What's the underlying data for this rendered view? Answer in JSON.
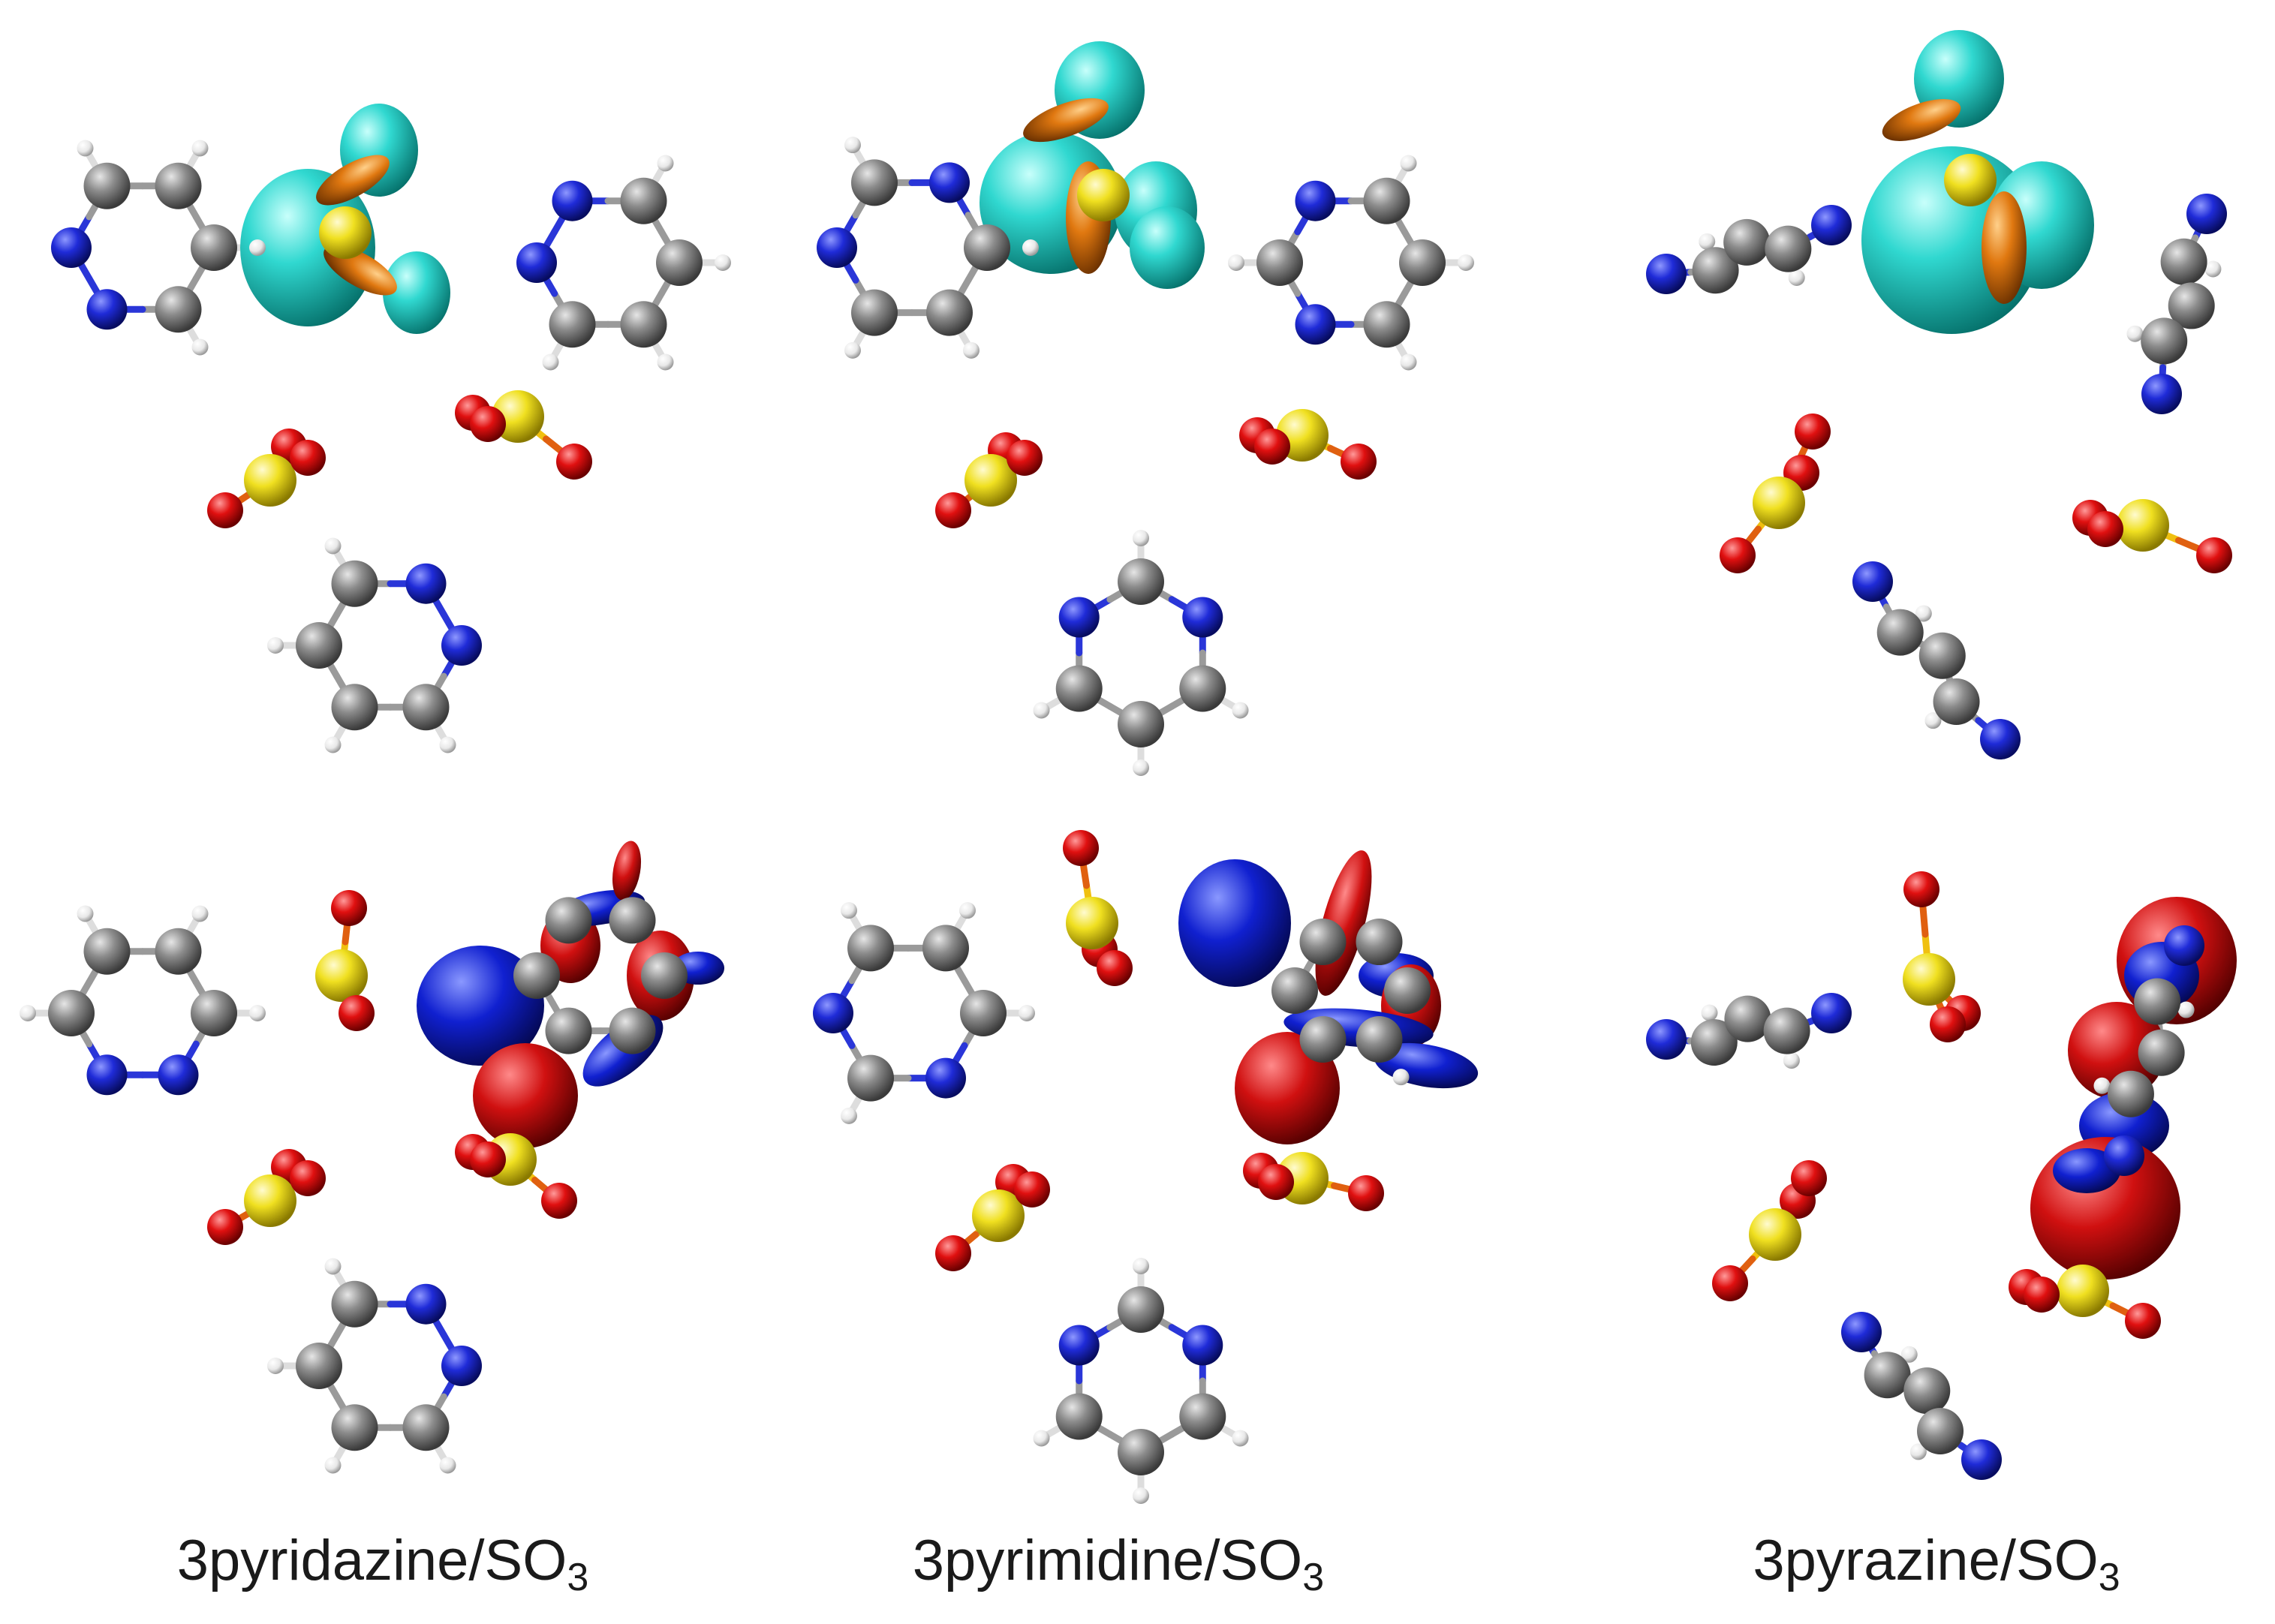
{
  "panels": [
    {
      "label": "3pyridazine/SO",
      "sub": "3",
      "top_orbital": "cyan-orange lobes on SO3 and pyridazine nitrogen",
      "bottom_orbital": "red-blue lobes on pyridazine ring"
    },
    {
      "label": "3pyrimidine/SO",
      "sub": "3",
      "top_orbital": "cyan-orange lobes on SO3 and pyrimidine nitrogen",
      "bottom_orbital": "red-blue lobes on pyrimidine ring"
    },
    {
      "label": "3pyrazine/SO",
      "sub": "3",
      "top_orbital": "cyan-orange lobes on SO3 and pyrazine nitrogen",
      "bottom_orbital": "red-blue lobes on pyrazine ring"
    }
  ],
  "colors": {
    "carbon": "#808080",
    "nitrogen": "#1f2bd8",
    "hydrogen": "#f2f2f2",
    "oxygen": "#e01010",
    "sulfur": "#f0e020",
    "orbital_pos_top": "#30d8d0",
    "orbital_neg_top": "#e07810",
    "orbital_pos_bottom": "#d01010",
    "orbital_neg_bottom": "#1020d0"
  }
}
